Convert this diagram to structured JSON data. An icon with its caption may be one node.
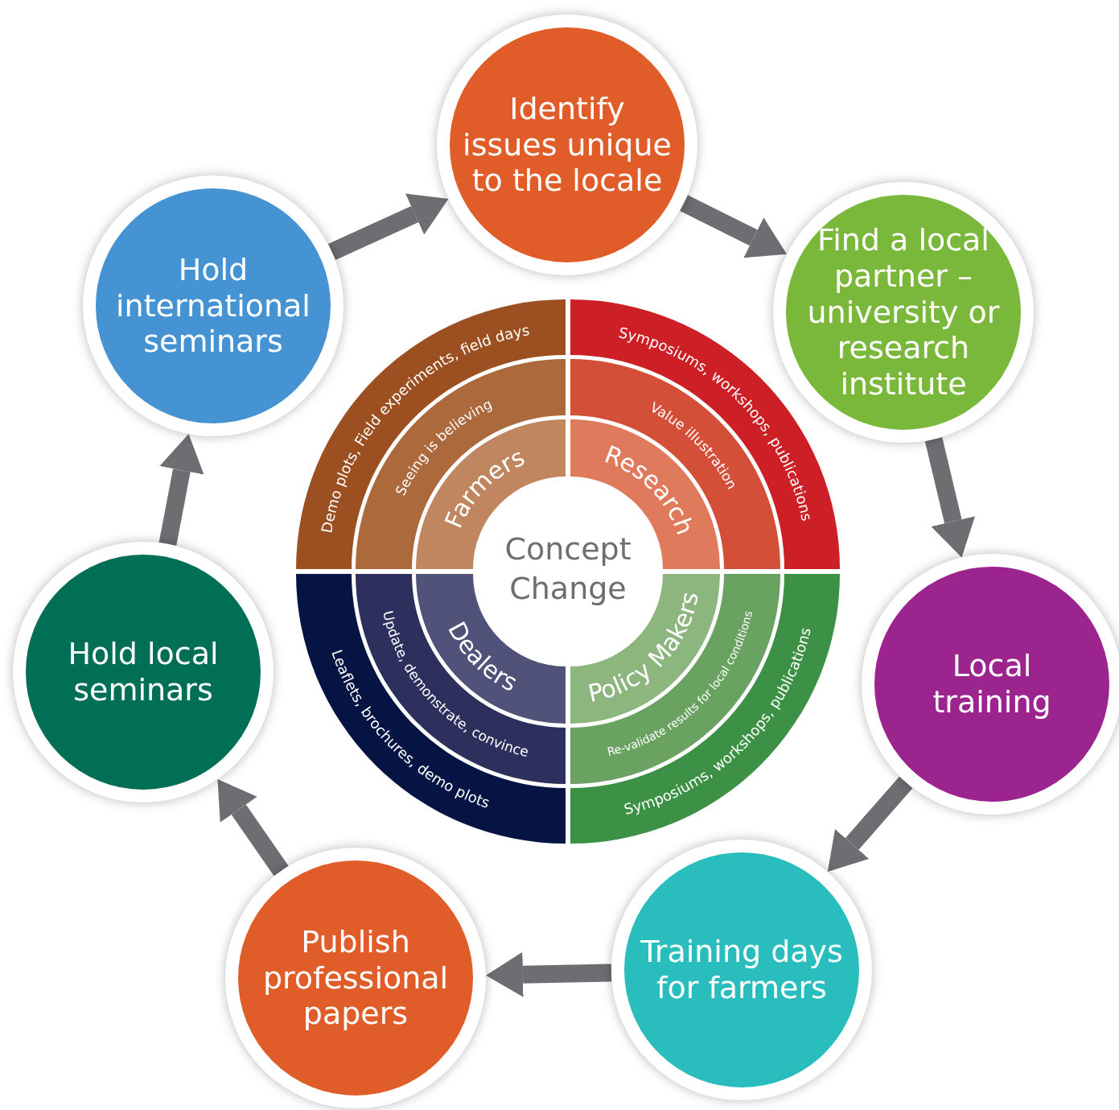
{
  "diagram": {
    "nodes": [
      {
        "text": [
          "Identify issues unique to the locale"
        ]
      },
      {
        "text": [
          "Find a local partner – university or research institute"
        ]
      },
      {
        "text": [
          "Local training"
        ]
      },
      {
        "text": [
          "Training days for farmers"
        ]
      },
      {
        "text": [
          "Publish professional papers"
        ]
      },
      {
        "text": [
          "Hold local seminars"
        ]
      },
      {
        "text": [
          "Hold international seminars"
        ]
      },
      {
        "text": [
          "Concept Change"
        ]
      },
      {
        "text": [
          "Farmers",
          "Seeing is believing",
          "Demo plots, Field experiments, field days"
        ]
      },
      {
        "text": [
          "Research",
          "Value illustration",
          "Symposiums, workshops, publications"
        ]
      },
      {
        "text": [
          "Dealers",
          "Update, demonstrate, convince",
          "Leaflets, brochures, demo plots"
        ]
      },
      {
        "text": [
          "Policy Makers",
          "Re-validate results for local conditions",
          "Symposiums, workshops, publications"
        ]
      }
    ],
    "edges": [
      {
        "from": 6,
        "to": 0,
        "arrow": "to"
      },
      {
        "from": 0,
        "to": 1,
        "arrow": "to"
      },
      {
        "from": 1,
        "to": 2,
        "arrow": "to"
      },
      {
        "from": 2,
        "to": 3,
        "arrow": "to"
      },
      {
        "from": 3,
        "to": 4,
        "arrow": "to"
      },
      {
        "from": 4,
        "to": 5,
        "arrow": "to"
      },
      {
        "from": 5,
        "to": 6,
        "arrow": "to"
      }
    ]
  }
}
